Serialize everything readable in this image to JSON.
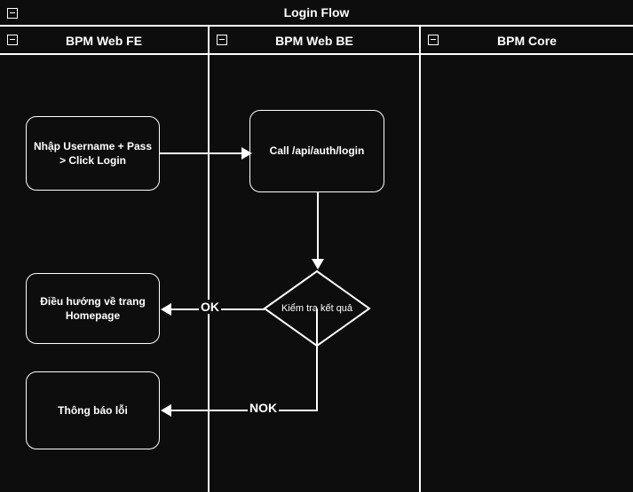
{
  "diagram": {
    "title": "Login Flow",
    "title_collapse_icon": "collapse-minus-icon",
    "lanes": [
      {
        "id": "fe",
        "label": "BPM Web FE",
        "collapse_icon": "collapse-minus-icon"
      },
      {
        "id": "be",
        "label": "BPM Web BE",
        "collapse_icon": "collapse-minus-icon"
      },
      {
        "id": "core",
        "label": "BPM Core",
        "collapse_icon": "collapse-minus-icon"
      }
    ],
    "nodes": [
      {
        "id": "input-login",
        "label": "Nhập Username + Pass > Click Login",
        "shape": "rounded-rect",
        "lane": "fe"
      },
      {
        "id": "call-api",
        "label": "Call /api/auth/login",
        "shape": "rounded-rect",
        "lane": "be"
      },
      {
        "id": "check-result",
        "label": "Kiểm tra kết quả",
        "shape": "diamond",
        "lane": "be"
      },
      {
        "id": "redirect-home",
        "label": "Điều hướng về trang Homepage",
        "shape": "rounded-rect",
        "lane": "fe"
      },
      {
        "id": "show-error",
        "label": "Thông báo lỗi",
        "shape": "rounded-rect",
        "lane": "fe"
      }
    ],
    "edges": [
      {
        "id": "e1",
        "from": "input-login",
        "to": "call-api",
        "label": ""
      },
      {
        "id": "e2",
        "from": "call-api",
        "to": "check-result",
        "label": ""
      },
      {
        "id": "e3",
        "from": "check-result",
        "to": "redirect-home",
        "label": "OK"
      },
      {
        "id": "e4",
        "from": "check-result",
        "to": "show-error",
        "label": "NOK"
      }
    ],
    "colors": {
      "background": "#0d0d0d",
      "stroke": "#ffffff",
      "text": "#ffffff"
    }
  }
}
